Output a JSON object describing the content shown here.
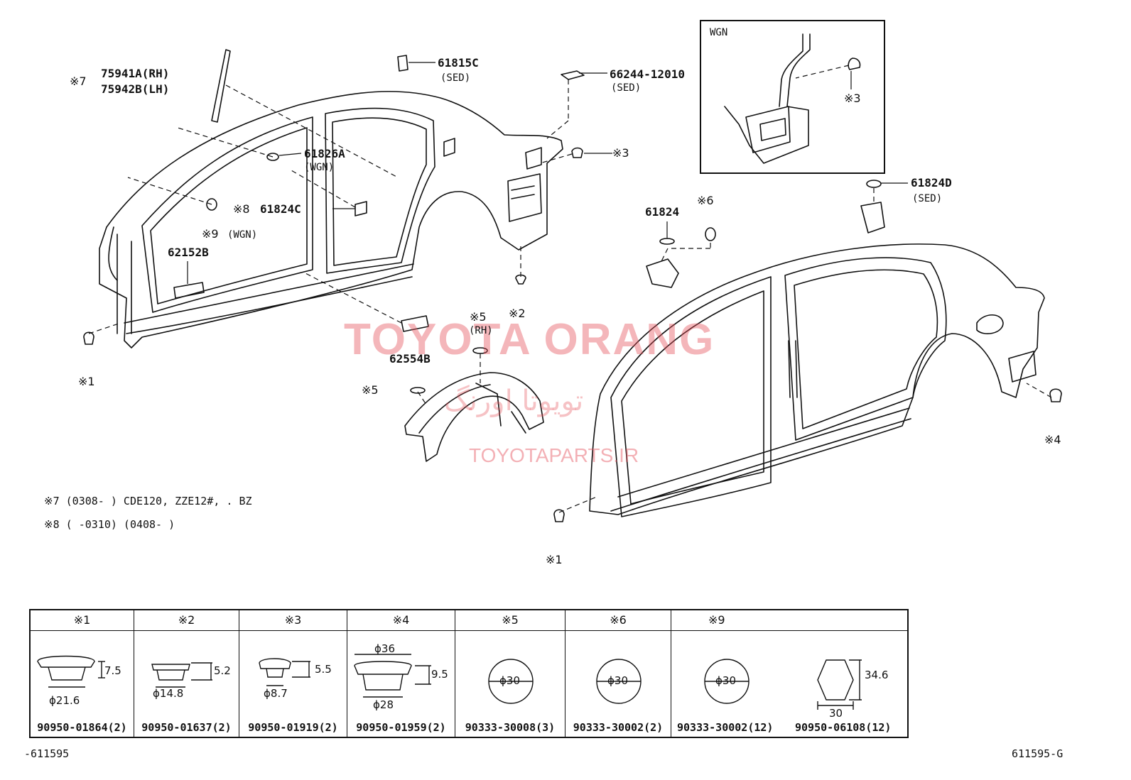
{
  "callouts": {
    "p7": "※7",
    "p75941a": "75941A(RH)",
    "p75942b": "75942B(LH)",
    "p61815c": "61815C",
    "p61815c_sub": "(SED)",
    "p66244": "66244-12010",
    "p66244_sub": "(SED)",
    "p61826a": "61826A",
    "p61826a_sub": "(WGN)",
    "p61824c_ref": "※8",
    "p61824c": "61824C",
    "p9_ref": "※9",
    "p9_sub": "(WGN)",
    "p62152b": "62152B",
    "p62554b": "62554B",
    "p61824": "61824",
    "p61824d": "61824D",
    "p61824d_sub": "(SED)",
    "r1a": "※1",
    "r1b": "※1",
    "r2": "※2",
    "r3a": "※3",
    "r3b": "※3",
    "r4": "※4",
    "r5a": "※5",
    "r5a_sub": "(RH)",
    "r5b": "※5",
    "r6": "※6",
    "wgn_title": "WGN"
  },
  "notes": {
    "n7": "※7 (0308-      ) CDE120, ZZE12#, . BZ",
    "n8": "※8 (      -0310) (0408-      )"
  },
  "watermark": {
    "brand": "TOYOTA ORANG",
    "farsi": "تویوتا اورنگ",
    "url": "TOYOTAPARTS.IR"
  },
  "legend": [
    {
      "head": "※1",
      "dims": [
        "7.5",
        "ϕ21.6"
      ],
      "part": "90950-01864(2)"
    },
    {
      "head": "※2",
      "dims": [
        "5.2",
        "ϕ14.8"
      ],
      "part": "90950-01637(2)"
    },
    {
      "head": "※3",
      "dims": [
        "5.5",
        "ϕ8.7"
      ],
      "part": "90950-01919(2)"
    },
    {
      "head": "※4",
      "dims": [
        "ϕ36",
        "9.5",
        "ϕ28"
      ],
      "part": "90950-01959(2)"
    },
    {
      "head": "※5",
      "dims": [
        "ϕ30"
      ],
      "part": "90333-30008(3)"
    },
    {
      "head": "※6",
      "dims": [
        "ϕ30"
      ],
      "part": "90333-30002(2)"
    },
    {
      "head": "※9",
      "dims": [
        "ϕ30",
        "34.6",
        "30"
      ],
      "part": "90333-30002(12)",
      "part2": "90950-06108(12)"
    }
  ],
  "footer": {
    "left": "-611595",
    "right": "611595-G"
  }
}
